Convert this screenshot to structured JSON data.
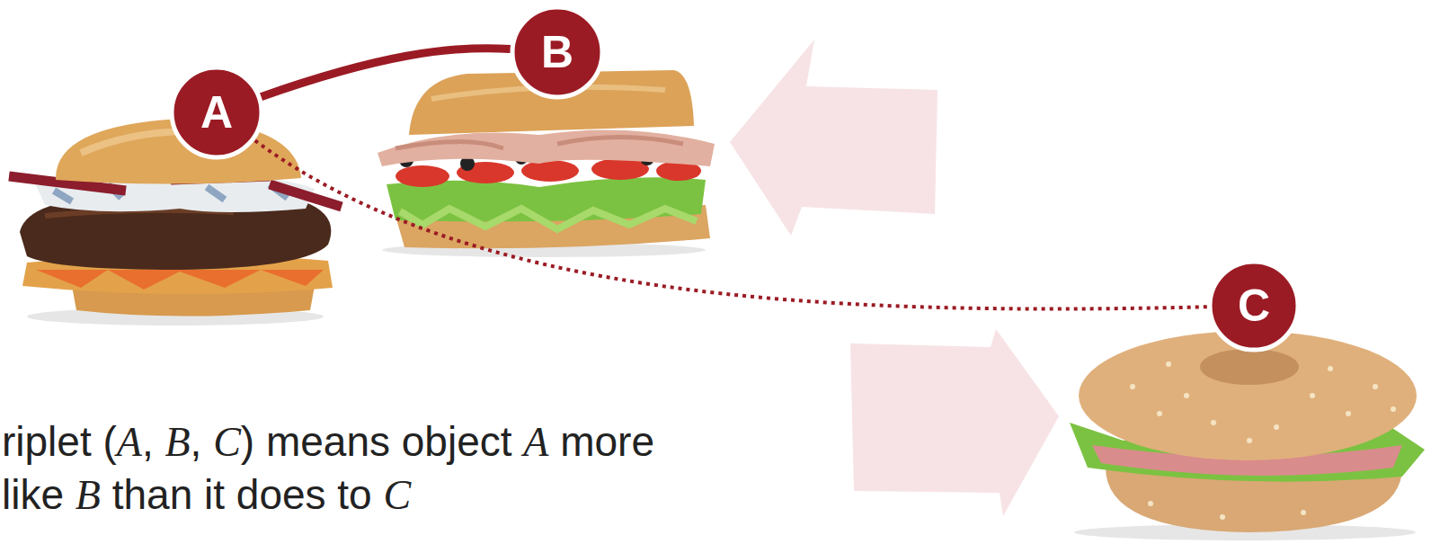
{
  "diagram": {
    "nodes": [
      {
        "text": [
          "A"
        ]
      },
      {
        "text": [
          "B"
        ]
      },
      {
        "text": [
          "C"
        ]
      }
    ],
    "edges": [
      {
        "from": 0,
        "to": 1,
        "arrow": "none"
      },
      {
        "from": 0,
        "to": 2,
        "arrow": "none"
      }
    ],
    "labels": [
      "riplet (A, B, C) means object A more like B than it does to C"
    ]
  }
}
